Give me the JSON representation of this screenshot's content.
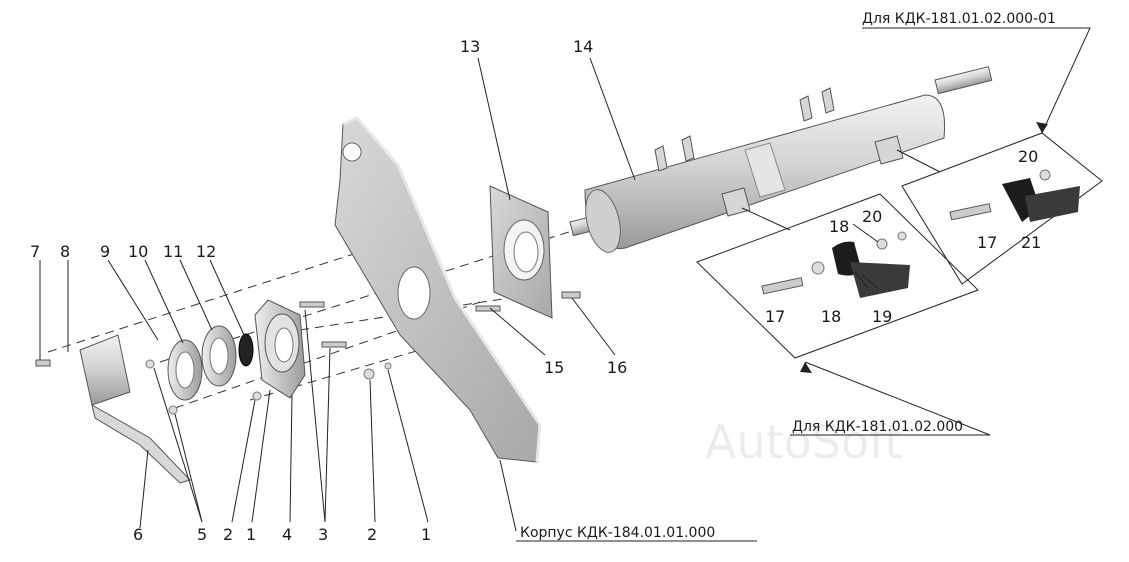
{
  "watermark": "AutoSoft",
  "captions": {
    "top_right": "Для КДК-181.01.02.000-01",
    "mid_right": "Для КДК-181.01.02.000",
    "bottom": "Корпус КДК-184.01.01.000"
  },
  "labels": {
    "n1a": "1",
    "n1b": "1",
    "n2a": "2",
    "n2b": "2",
    "n3": "3",
    "n4": "4",
    "n5": "5",
    "n6": "6",
    "n7": "7",
    "n8": "8",
    "n9": "9",
    "n10": "10",
    "n11": "11",
    "n12": "12",
    "n13": "13",
    "n14": "14",
    "n15": "15",
    "n16": "16",
    "n17a": "17",
    "n17b": "17",
    "n18a": "18",
    "n18b": "18",
    "n19": "19",
    "n20a": "20",
    "n20b": "20",
    "n21": "21"
  }
}
